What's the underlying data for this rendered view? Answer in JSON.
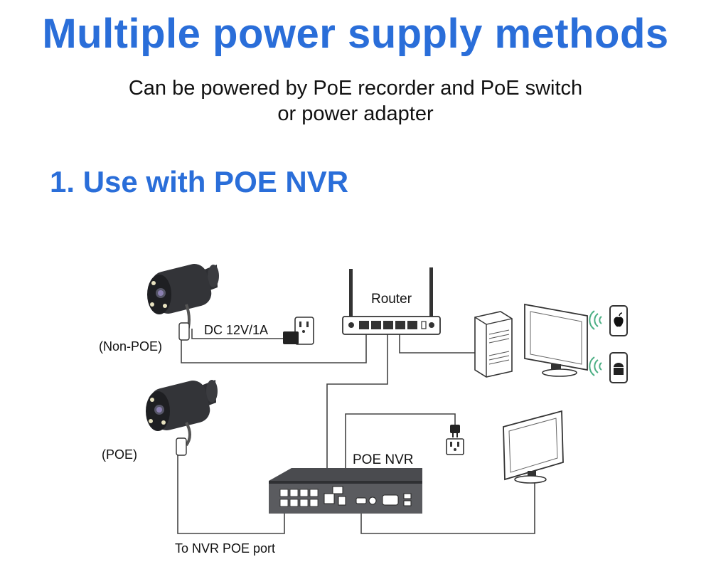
{
  "header": {
    "title": "Multiple power supply methods",
    "subtitle_line1": "Can be powered by PoE recorder and PoE switch",
    "subtitle_line2": "or power adapter"
  },
  "section": {
    "title": "1. Use with POE NVR"
  },
  "diagram": {
    "router_label": "Router",
    "adapter_label": "DC 12V/1A",
    "non_poe_label": "(Non-POE)",
    "poe_label": "(POE)",
    "nvr_label": "POE NVR",
    "port_label": "To NVR POE port"
  }
}
